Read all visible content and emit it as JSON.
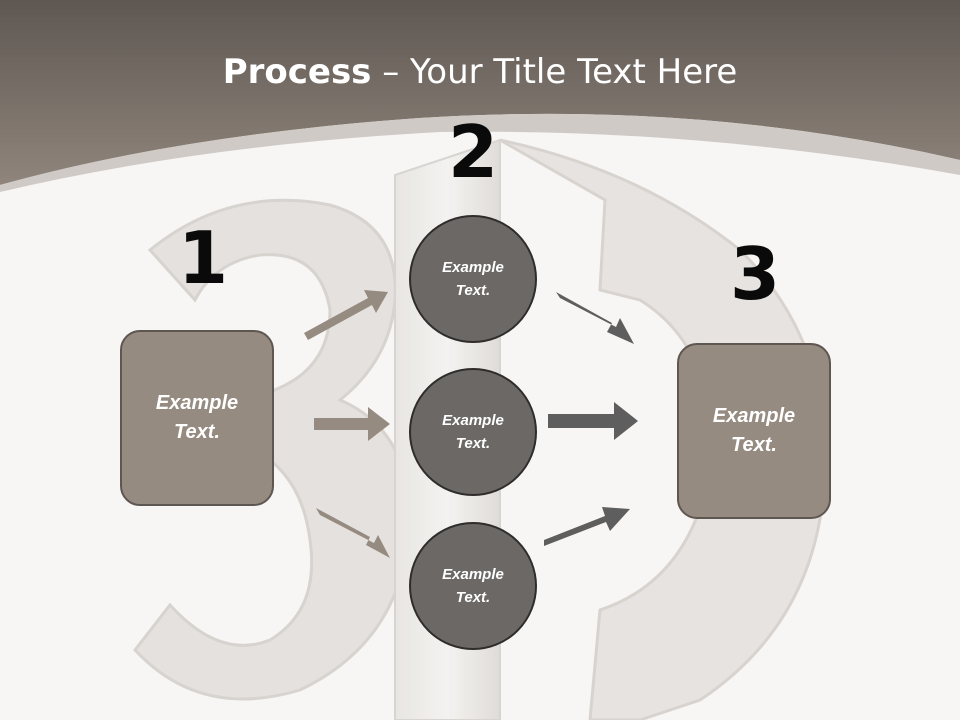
{
  "slide": {
    "title_bold": "Process",
    "title_rest": " – Your Title Text Here"
  },
  "steps": {
    "step1": {
      "number": "1",
      "box_text": "Example\nText."
    },
    "step2": {
      "number": "2",
      "circles": [
        "Example\nText.",
        "Example\nText.",
        "Example\nText."
      ]
    },
    "step3": {
      "number": "3",
      "box_text": "Example\nText."
    }
  },
  "colors": {
    "header": "#7d7168",
    "box_fill": "#968b80",
    "circle_fill": "#6b6866",
    "arrow_left": "#968b80",
    "arrow_right": "#5e5e5e"
  }
}
